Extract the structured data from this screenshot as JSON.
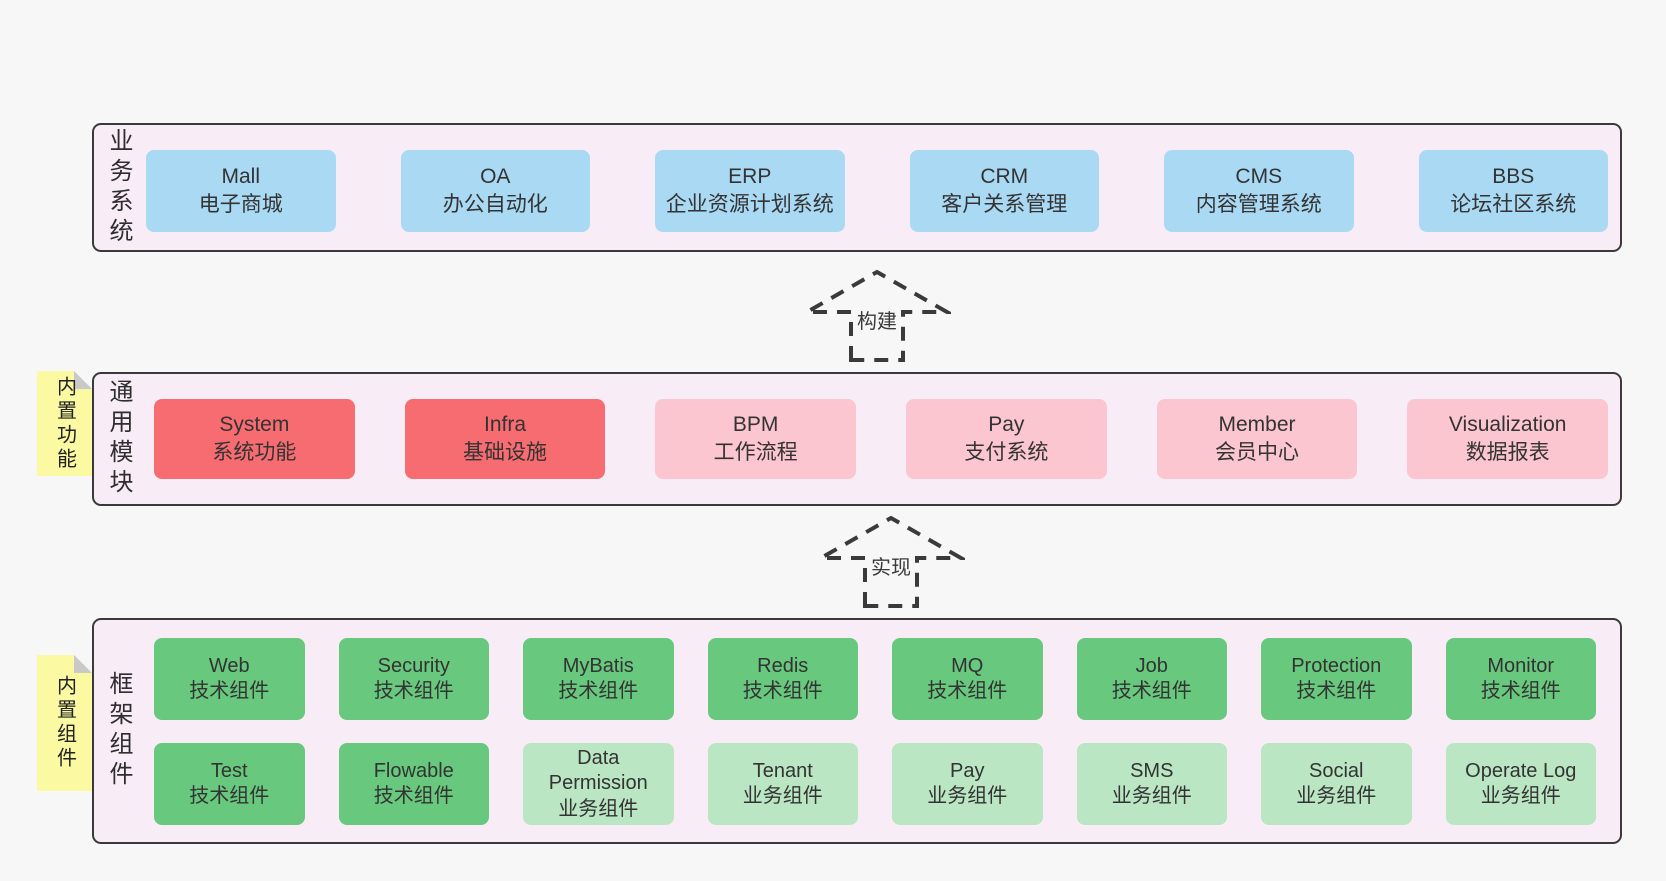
{
  "colors": {
    "page_bg": "#f7f7f7",
    "panel_bg": "#f8edf6",
    "panel_border": "#3a3a3a",
    "blue_box": "#aad9f4",
    "red_box": "#f66c70",
    "pink_box": "#fbc6cf",
    "green_box": "#68c87e",
    "light_green_box": "#bae6c3",
    "sticky_note_bg": "#fbf9a2",
    "sticky_fold": "#c9c9c9",
    "text": "#333333"
  },
  "arrows": [
    {
      "label": "构建"
    },
    {
      "label": "实现"
    }
  ],
  "layers": [
    {
      "side_label": "业务系统",
      "rows": [
        {
          "boxes": [
            {
              "title": "Mall",
              "subtitle": "电子商城"
            },
            {
              "title": "OA",
              "subtitle": "办公自动化"
            },
            {
              "title": "ERP",
              "subtitle": "企业资源计划系统"
            },
            {
              "title": "CRM",
              "subtitle": "客户关系管理"
            },
            {
              "title": "CMS",
              "subtitle": "内容管理系统"
            },
            {
              "title": "BBS",
              "subtitle": "论坛社区系统"
            }
          ]
        }
      ]
    },
    {
      "side_label": "通用模块",
      "tag": "内置功能",
      "rows": [
        {
          "boxes": [
            {
              "title": "System",
              "subtitle": "系统功能"
            },
            {
              "title": "Infra",
              "subtitle": "基础设施"
            },
            {
              "title": "BPM",
              "subtitle": "工作流程"
            },
            {
              "title": "Pay",
              "subtitle": "支付系统"
            },
            {
              "title": "Member",
              "subtitle": "会员中心"
            },
            {
              "title": "Visualization",
              "subtitle": "数据报表"
            }
          ]
        }
      ]
    },
    {
      "side_label": "框架组件",
      "tag": "内置组件",
      "rows": [
        {
          "boxes": [
            {
              "title": "Web",
              "subtitle": "技术组件"
            },
            {
              "title": "Security",
              "subtitle": "技术组件"
            },
            {
              "title": "MyBatis",
              "subtitle": "技术组件"
            },
            {
              "title": "Redis",
              "subtitle": "技术组件"
            },
            {
              "title": "MQ",
              "subtitle": "技术组件"
            },
            {
              "title": "Job",
              "subtitle": "技术组件"
            },
            {
              "title": "Protection",
              "subtitle": "技术组件"
            },
            {
              "title": "Monitor",
              "subtitle": "技术组件"
            }
          ]
        },
        {
          "boxes": [
            {
              "title": "Test",
              "subtitle": "技术组件"
            },
            {
              "title": "Flowable",
              "subtitle": "技术组件"
            },
            {
              "title": "Data Permission",
              "subtitle": "业务组件"
            },
            {
              "title": "Tenant",
              "subtitle": "业务组件"
            },
            {
              "title": "Pay",
              "subtitle": "业务组件"
            },
            {
              "title": "SMS",
              "subtitle": "业务组件"
            },
            {
              "title": "Social",
              "subtitle": "业务组件"
            },
            {
              "title": "Operate Log",
              "subtitle": "业务组件"
            }
          ]
        }
      ]
    }
  ]
}
